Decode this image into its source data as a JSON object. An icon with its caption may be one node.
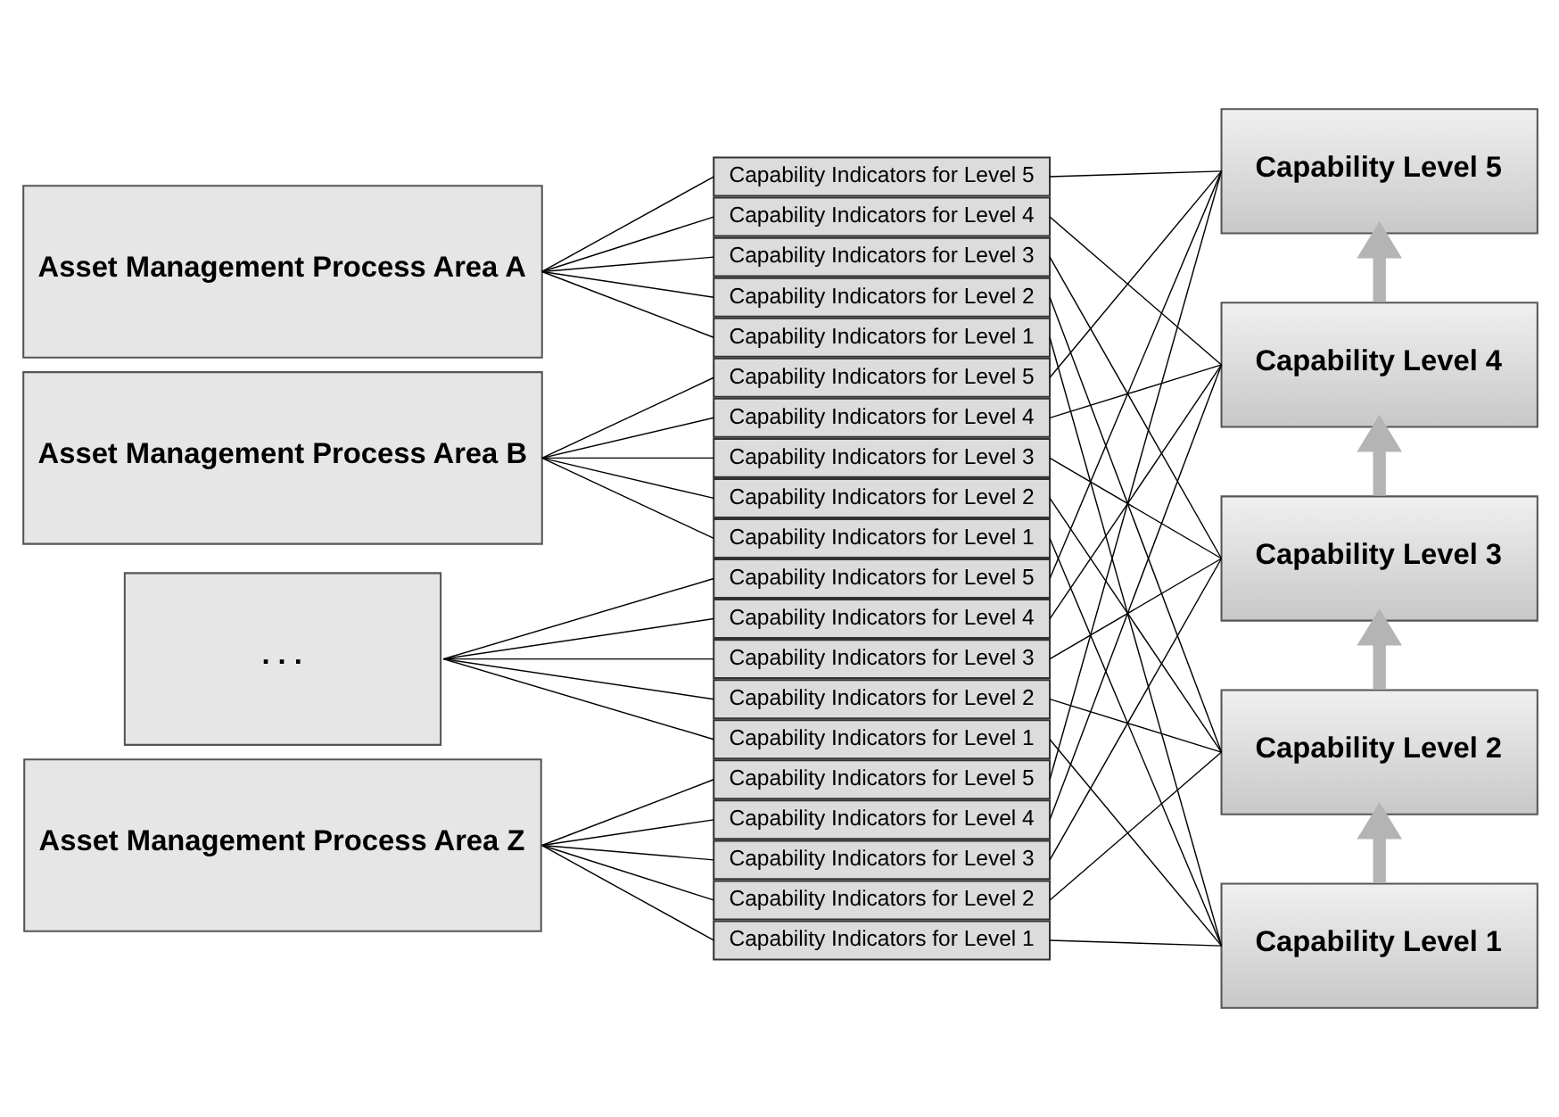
{
  "diagram": {
    "nodes": [
      {
        "text": [
          "Asset Management Process Area A"
        ]
      },
      {
        "text": [
          "Capability Indicators for Level 5"
        ]
      },
      {
        "text": [
          "Capability Indicators for Level 4"
        ]
      },
      {
        "text": [
          "Capability Indicators for Level 3"
        ]
      },
      {
        "text": [
          "Capability Indicators for Level 2"
        ]
      },
      {
        "text": [
          "Capability Indicators for Level 1"
        ]
      },
      {
        "text": [
          "Asset Management Process Area B"
        ]
      },
      {
        "text": [
          "Capability Indicators for Level 5"
        ]
      },
      {
        "text": [
          "Capability Indicators for Level 4"
        ]
      },
      {
        "text": [
          "Capability Indicators for Level 3"
        ]
      },
      {
        "text": [
          "Capability Indicators for Level 2"
        ]
      },
      {
        "text": [
          "Capability Indicators for Level 1"
        ]
      },
      {
        "text": [
          ". . ."
        ]
      },
      {
        "text": [
          "Capability Indicators for Level 5"
        ]
      },
      {
        "text": [
          "Capability Indicators for Level 4"
        ]
      },
      {
        "text": [
          "Capability Indicators for Level 3"
        ]
      },
      {
        "text": [
          "Capability Indicators for Level 2"
        ]
      },
      {
        "text": [
          "Capability Indicators for Level 1"
        ]
      },
      {
        "text": [
          "Asset Management Process Area Z"
        ]
      },
      {
        "text": [
          "Capability Indicators for Level 5"
        ]
      },
      {
        "text": [
          "Capability Indicators for Level 4"
        ]
      },
      {
        "text": [
          "Capability Indicators for Level 3"
        ]
      },
      {
        "text": [
          "Capability Indicators for Level 2"
        ]
      },
      {
        "text": [
          "Capability Indicators for Level 1"
        ]
      },
      {
        "text": [
          "Capability Level 5"
        ]
      },
      {
        "text": [
          "Capability Level 4"
        ]
      },
      {
        "text": [
          "Capability Level 3"
        ]
      },
      {
        "text": [
          "Capability Level 2"
        ]
      },
      {
        "text": [
          "Capability Level 1"
        ]
      }
    ],
    "edges": [
      {
        "from": 0,
        "to": 1,
        "arrow": "none"
      },
      {
        "from": 0,
        "to": 2,
        "arrow": "none"
      },
      {
        "from": 0,
        "to": 3,
        "arrow": "none"
      },
      {
        "from": 0,
        "to": 4,
        "arrow": "none"
      },
      {
        "from": 0,
        "to": 5,
        "arrow": "none"
      },
      {
        "from": 6,
        "to": 7,
        "arrow": "none"
      },
      {
        "from": 6,
        "to": 8,
        "arrow": "none"
      },
      {
        "from": 6,
        "to": 9,
        "arrow": "none"
      },
      {
        "from": 6,
        "to": 10,
        "arrow": "none"
      },
      {
        "from": 6,
        "to": 11,
        "arrow": "none"
      },
      {
        "from": 12,
        "to": 13,
        "arrow": "none"
      },
      {
        "from": 12,
        "to": 14,
        "arrow": "none"
      },
      {
        "from": 12,
        "to": 15,
        "arrow": "none"
      },
      {
        "from": 12,
        "to": 16,
        "arrow": "none"
      },
      {
        "from": 12,
        "to": 17,
        "arrow": "none"
      },
      {
        "from": 18,
        "to": 19,
        "arrow": "none"
      },
      {
        "from": 18,
        "to": 20,
        "arrow": "none"
      },
      {
        "from": 18,
        "to": 21,
        "arrow": "none"
      },
      {
        "from": 18,
        "to": 22,
        "arrow": "none"
      },
      {
        "from": 18,
        "to": 23,
        "arrow": "none"
      },
      {
        "from": 1,
        "to": 24,
        "arrow": "none"
      },
      {
        "from": 2,
        "to": 25,
        "arrow": "none"
      },
      {
        "from": 3,
        "to": 26,
        "arrow": "none"
      },
      {
        "from": 4,
        "to": 27,
        "arrow": "none"
      },
      {
        "from": 5,
        "to": 28,
        "arrow": "none"
      },
      {
        "from": 7,
        "to": 24,
        "arrow": "none"
      },
      {
        "from": 8,
        "to": 25,
        "arrow": "none"
      },
      {
        "from": 9,
        "to": 26,
        "arrow": "none"
      },
      {
        "from": 10,
        "to": 27,
        "arrow": "none"
      },
      {
        "from": 11,
        "to": 28,
        "arrow": "none"
      },
      {
        "from": 13,
        "to": 24,
        "arrow": "none"
      },
      {
        "from": 14,
        "to": 25,
        "arrow": "none"
      },
      {
        "from": 15,
        "to": 26,
        "arrow": "none"
      },
      {
        "from": 16,
        "to": 27,
        "arrow": "none"
      },
      {
        "from": 17,
        "to": 28,
        "arrow": "none"
      },
      {
        "from": 19,
        "to": 24,
        "arrow": "none"
      },
      {
        "from": 20,
        "to": 25,
        "arrow": "none"
      },
      {
        "from": 21,
        "to": 26,
        "arrow": "none"
      },
      {
        "from": 22,
        "to": 27,
        "arrow": "none"
      },
      {
        "from": 23,
        "to": 28,
        "arrow": "none"
      },
      {
        "from": 28,
        "to": 27,
        "arrow": "to",
        "style": "thick",
        "color": "#b4b4b4"
      },
      {
        "from": 27,
        "to": 26,
        "arrow": "to",
        "style": "thick",
        "color": "#b4b4b4"
      },
      {
        "from": 26,
        "to": 25,
        "arrow": "to",
        "style": "thick",
        "color": "#b4b4b4"
      },
      {
        "from": 25,
        "to": 24,
        "arrow": "to",
        "style": "thick",
        "color": "#b4b4b4"
      }
    ]
  }
}
